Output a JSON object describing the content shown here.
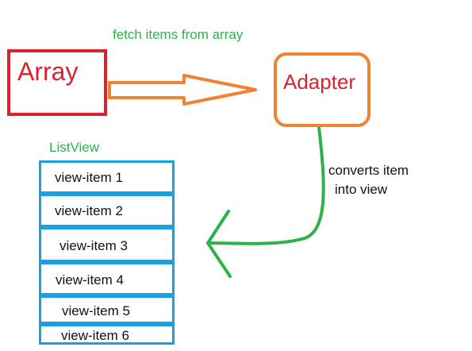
{
  "labels": {
    "array": "Array",
    "adapter": "Adapter",
    "fetch": "fetch items from array",
    "listview": "ListView",
    "converts_line1": "converts item",
    "converts_line2": "into view"
  },
  "list_items": [
    "view-item 1",
    "view-item 2",
    "view-item 3",
    "view-item 4",
    "view-item 5",
    "view-item 6"
  ],
  "colors": {
    "array": "#d9232e",
    "adapter_border": "#f08232",
    "adapter_text": "#d9232e",
    "green": "#2db24a",
    "listview": "#1aa0e0"
  }
}
